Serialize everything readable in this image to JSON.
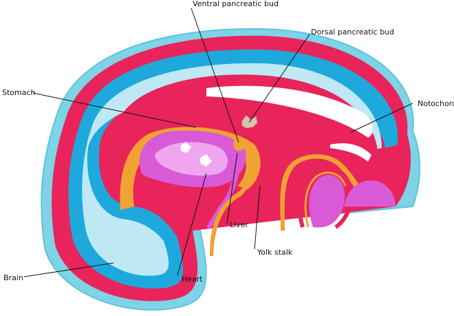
{
  "labels": {
    "ventral_pancreatic_bud": "Ventral pancreatic bud",
    "dorsal_pancreatic_bud": "Dorsal pancreatic bud",
    "stomach": "Stomach",
    "notochord": "Notochord",
    "liver": "Liver",
    "yolk_stalk": "Yolk stalk",
    "brain": "Brain",
    "heart": "Heart"
  },
  "colors": {
    "outer_cyan": "#7fd3e6",
    "neural_red": "#e8245a",
    "neural_blue": "#1ea9dc",
    "brain_cavity": "#bde8f4",
    "gut_orange": "#f0a232",
    "heart_magenta": "#d85ad6",
    "heart_pink": "#f0a6ee",
    "bud_tan": "#d8c4aa"
  }
}
